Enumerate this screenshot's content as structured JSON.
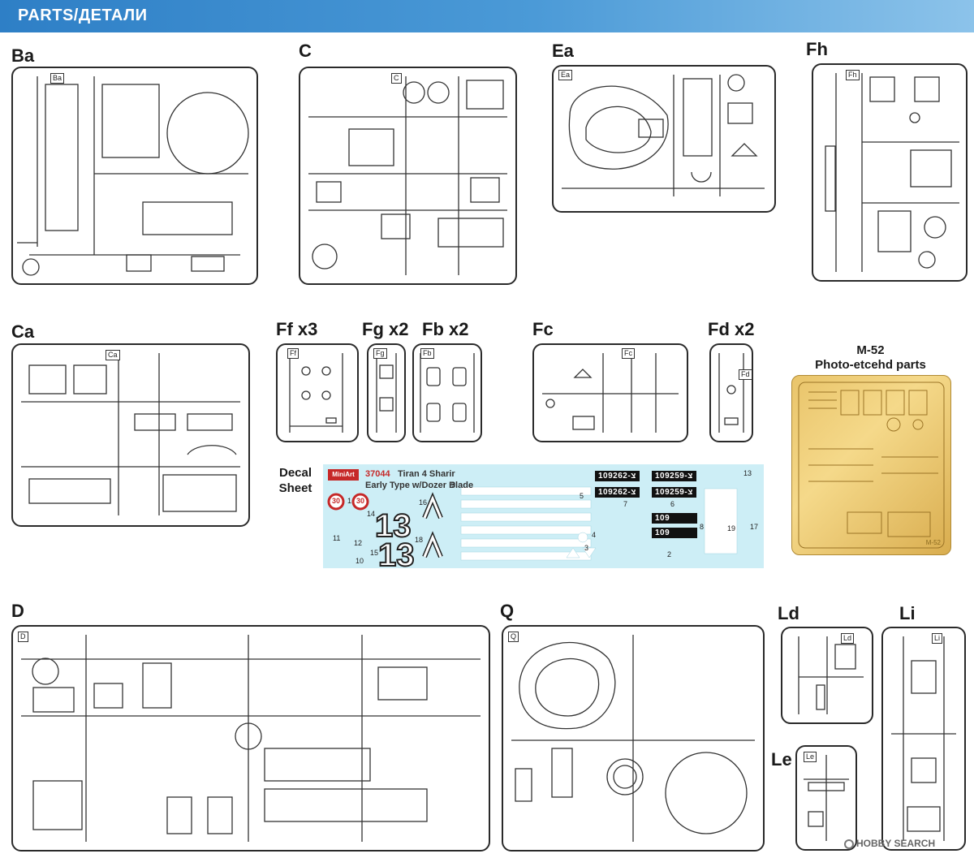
{
  "header": {
    "title": "PARTS/ДЕТАЛИ"
  },
  "sprues": [
    {
      "id": "ba",
      "label": "Ba",
      "tag": "Ba"
    },
    {
      "id": "c",
      "label": "C",
      "tag": "C"
    },
    {
      "id": "ea",
      "label": "Ea",
      "tag": "Ea"
    },
    {
      "id": "fh",
      "label": "Fh",
      "tag": "Fh"
    },
    {
      "id": "ca",
      "label": "Ca",
      "tag": "Ca"
    },
    {
      "id": "ff",
      "label": "Ff x3",
      "tag": "Ff"
    },
    {
      "id": "fg",
      "label": "Fg x2",
      "tag": "Fg"
    },
    {
      "id": "fb",
      "label": "Fb x2",
      "tag": "Fb"
    },
    {
      "id": "fc",
      "label": "Fc",
      "tag": "Fc"
    },
    {
      "id": "fd",
      "label": "Fd x2",
      "tag": "Fd"
    },
    {
      "id": "d",
      "label": "D",
      "tag": "D"
    },
    {
      "id": "q",
      "label": "Q",
      "tag": "Q"
    },
    {
      "id": "ld",
      "label": "Ld",
      "tag": "Ld"
    },
    {
      "id": "le",
      "label": "Le",
      "tag": "Le"
    },
    {
      "id": "li",
      "label": "Li",
      "tag": "Li"
    }
  ],
  "photo_etch": {
    "code": "M-52",
    "title": "Photo-etcehd parts",
    "mark": "M-52"
  },
  "decal": {
    "label": "Decal Sheet",
    "brand": "MiniArt",
    "kit_number": "37044",
    "name_line1": "Tiran 4 Sharir",
    "name_line2": "Early Type w/Dozer Blade",
    "big_number": "13",
    "roundel_value": "30",
    "plates": [
      "109262-צ",
      "109259-צ",
      "109262-צ",
      "109259-צ",
      "109",
      "109"
    ],
    "numbers": [
      "1",
      "2",
      "3",
      "4",
      "5",
      "6",
      "7",
      "8",
      "9",
      "10",
      "11",
      "12",
      "13",
      "14",
      "15",
      "16",
      "17",
      "18",
      "19"
    ]
  },
  "watermark": {
    "text": "HOBBY SEARCH"
  }
}
